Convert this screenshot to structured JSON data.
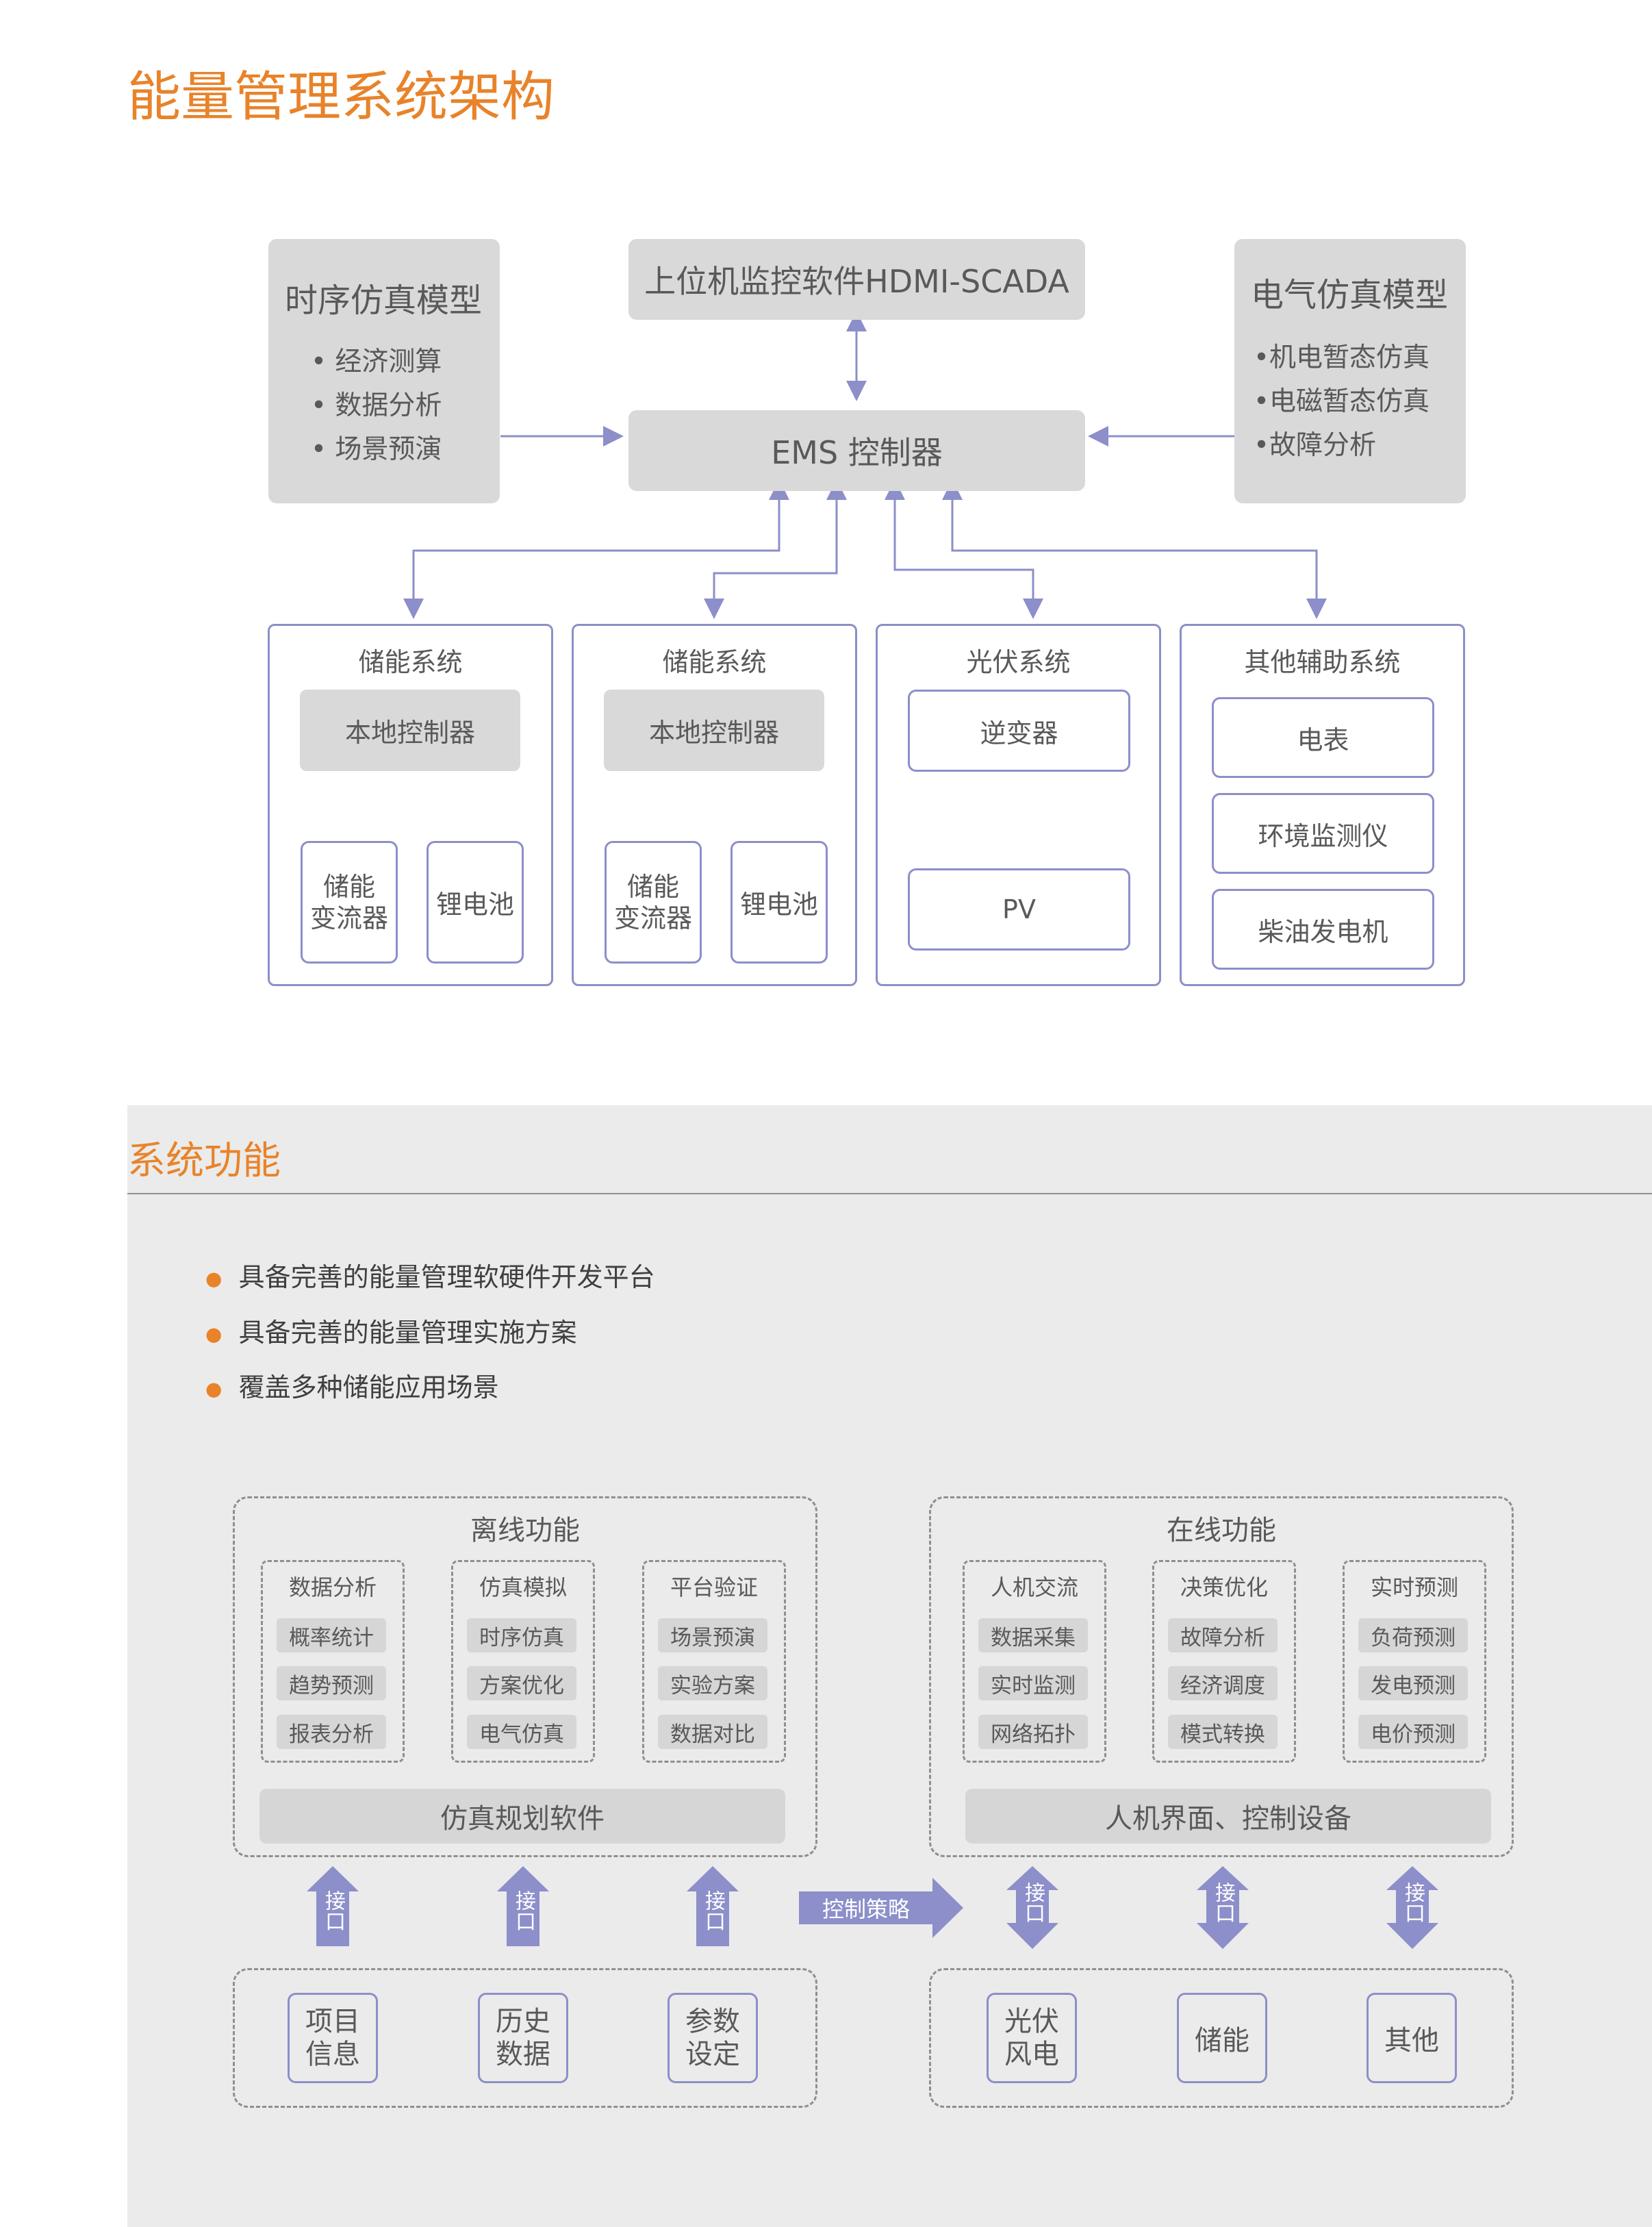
{
  "section1": {
    "title": "能量管理系统架构",
    "left_model": {
      "title": "时序仿真模型",
      "items": [
        "经济测算",
        "数据分析",
        "场景预演"
      ]
    },
    "scada": {
      "label": "上位机监控软件HDMI-SCADA"
    },
    "right_model": {
      "title": "电气仿真模型",
      "items": [
        "机电暂态仿真",
        "电磁暂态仿真",
        "故障分析"
      ]
    },
    "ems": {
      "label": "EMS 控制器"
    },
    "subsystems": [
      {
        "title": "储能系统",
        "controller": "本地控制器",
        "children": [
          "储能\n变流器",
          "锂电池"
        ]
      },
      {
        "title": "储能系统",
        "controller": "本地控制器",
        "children": [
          "储能\n变流器",
          "锂电池"
        ]
      },
      {
        "title": "光伏系统",
        "children": [
          "逆变器",
          "PV"
        ]
      },
      {
        "title": "其他辅助系统",
        "children": [
          "电表",
          "环境监测仪",
          "柴油发电机"
        ]
      }
    ]
  },
  "section2": {
    "title": "系统功能",
    "bullets": [
      "具备完善的能量管理软硬件开发平台",
      "具备完善的能量管理实施方案",
      "覆盖多种储能应用场景"
    ],
    "offline": {
      "title": "离线功能",
      "groups": [
        {
          "title": "数据分析",
          "items": [
            "概率统计",
            "趋势预测",
            "报表分析"
          ]
        },
        {
          "title": "仿真模拟",
          "items": [
            "时序仿真",
            "方案优化",
            "电气仿真"
          ]
        },
        {
          "title": "平台验证",
          "items": [
            "场景预演",
            "实验方案",
            "数据对比"
          ]
        }
      ],
      "bar": "仿真规划软件",
      "arrows": [
        "接口",
        "接口",
        "接口"
      ],
      "sources": [
        "项目\n信息",
        "历史\n数据",
        "参数\n设定"
      ]
    },
    "strategy_arrow": "控制策略",
    "online": {
      "title": "在线功能",
      "groups": [
        {
          "title": "人机交流",
          "items": [
            "数据采集",
            "实时监测",
            "网络拓扑"
          ]
        },
        {
          "title": "决策优化",
          "items": [
            "故障分析",
            "经济调度",
            "模式转换"
          ]
        },
        {
          "title": "实时预测",
          "items": [
            "负荷预测",
            "发电预测",
            "电价预测"
          ]
        }
      ],
      "bar": "人机界面、控制设备",
      "arrows": [
        "接口",
        "接口",
        "接口"
      ],
      "sources": [
        "光伏\n风电",
        "储能",
        "其他"
      ]
    }
  },
  "colors": {
    "accent": "#e8832a",
    "line": "#8c8fc9",
    "arrow_fill": "#8c8fc9",
    "panel_bg": "#ebebeb",
    "box_grey": "#d9d9d9"
  }
}
